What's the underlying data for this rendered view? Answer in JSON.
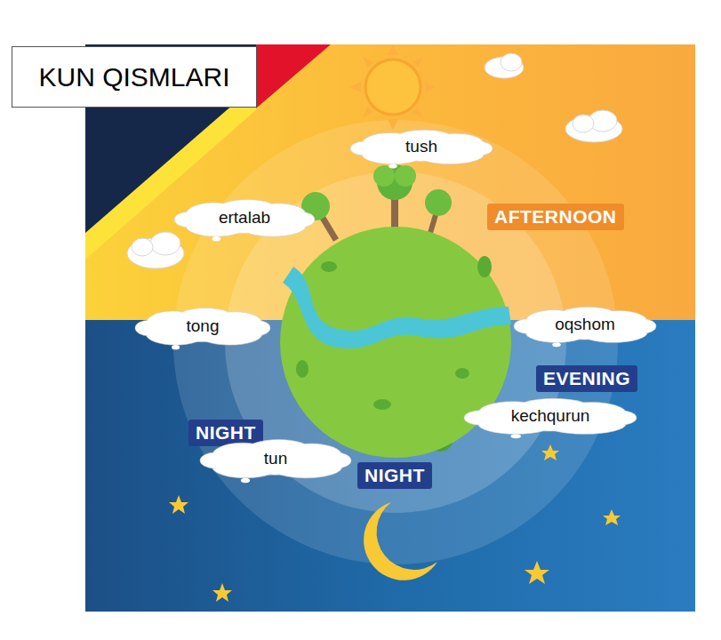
{
  "diagram": {
    "title": "KUN QISMLARI",
    "nodes": [
      {
        "text": [
          "tush"
        ]
      },
      {
        "text": [
          "ertalab"
        ]
      },
      {
        "text": [
          "tong"
        ]
      },
      {
        "text": [
          "oqshom"
        ]
      },
      {
        "text": [
          "kechqurun"
        ]
      },
      {
        "text": [
          "tun"
        ]
      }
    ],
    "labels": [
      "AFTERNOON",
      "EVENING",
      "NIGHT",
      "NIGHT"
    ]
  }
}
